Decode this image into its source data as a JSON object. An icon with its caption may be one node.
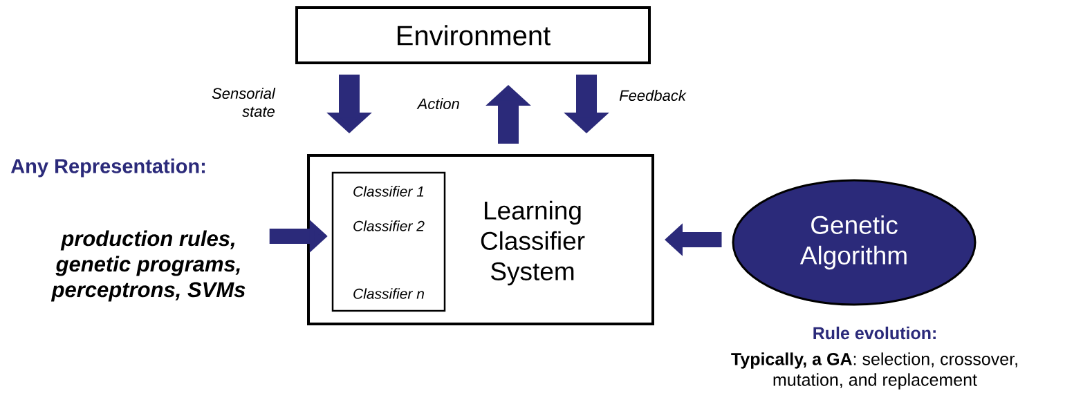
{
  "diagram": {
    "nodes": [
      {
        "text": [
          "Environment"
        ]
      },
      {
        "text": [
          "Learning Classifier System"
        ]
      },
      {
        "text": [
          "Classifier 1",
          "Classifier 2",
          "Classifier n"
        ],
        "in": 1
      },
      {
        "text": [
          "Genetic Algorithm"
        ],
        "beside": [
          "Rule evolution:",
          "**Typically, a GA**: selection, crossover, mutation, and replacement"
        ]
      },
      {
        "text": [
          "Any Representation:",
          "production rules, genetic programs, perceptrons, SVMs"
        ]
      }
    ],
    "edges": [
      {
        "from": 0,
        "to": 1,
        "arrow": "to",
        "label": "Sensorial state"
      },
      {
        "from": 1,
        "to": 0,
        "arrow": "to",
        "label": "Action"
      },
      {
        "from": 0,
        "to": 1,
        "arrow": "to",
        "label": "Feedback"
      },
      {
        "from": 4,
        "to": 2,
        "arrow": "to"
      },
      {
        "from": 3,
        "to": 1,
        "arrow": "to"
      }
    ]
  }
}
